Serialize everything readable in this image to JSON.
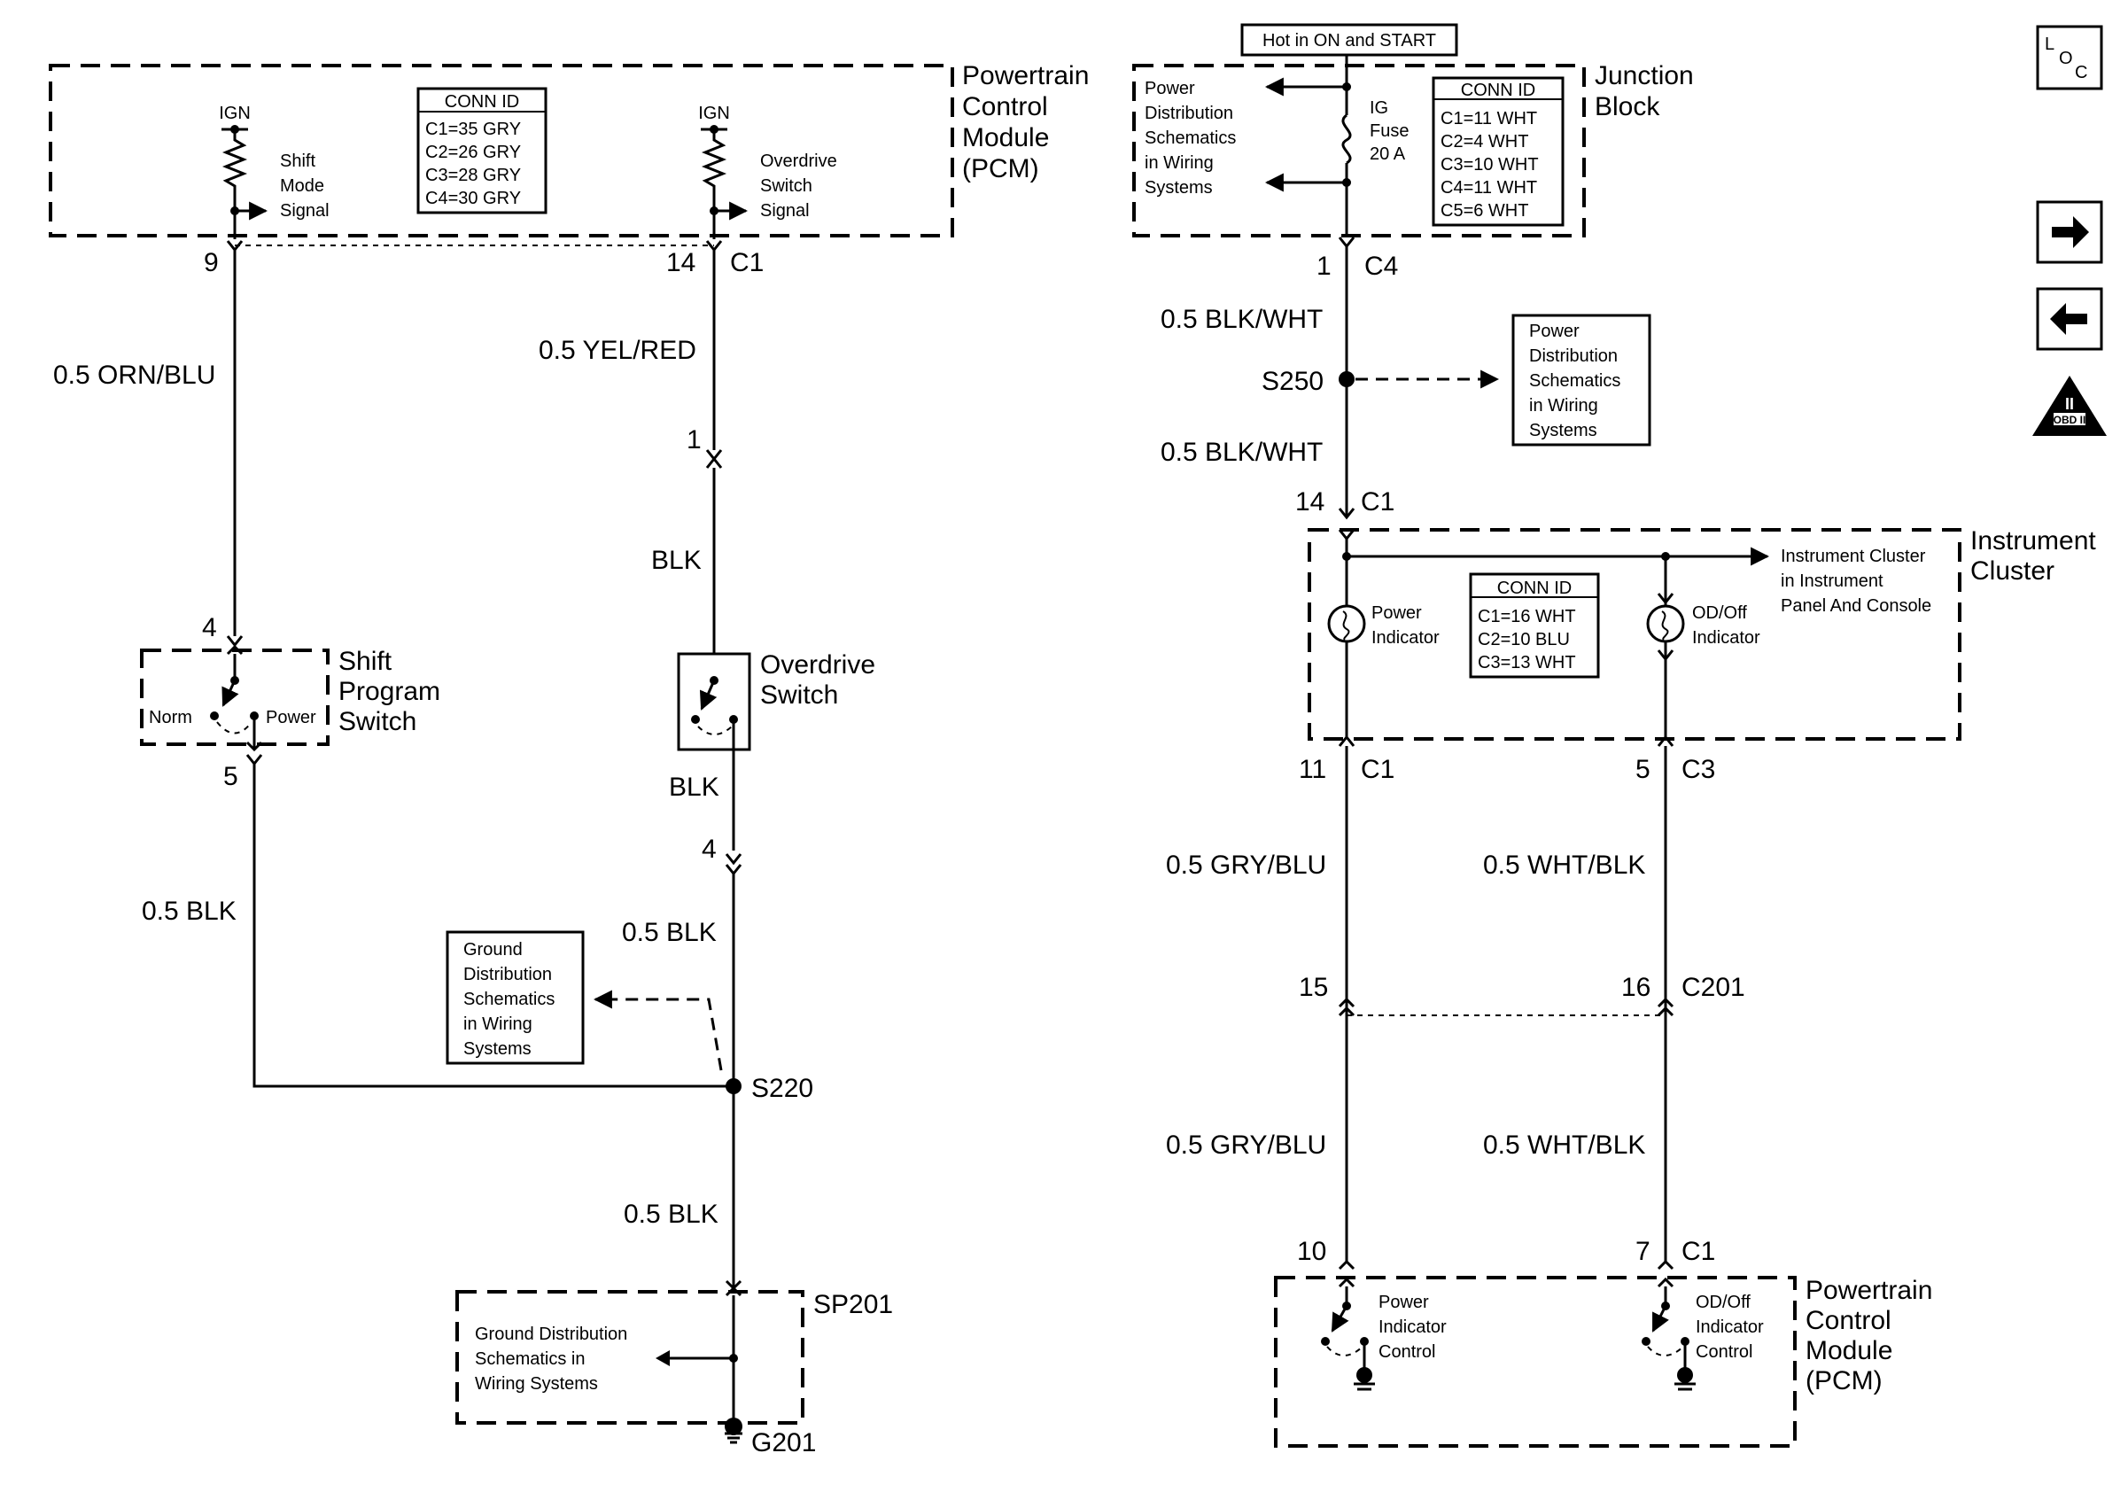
{
  "hot_label": "Hot in ON and START",
  "pcm_top": {
    "title": [
      "Powertrain",
      "Control",
      "Module",
      "(PCM)"
    ],
    "conn_id_title": "CONN ID",
    "conn_ids": [
      "C1=35 GRY",
      "C2=26 GRY",
      "C3=28 GRY",
      "C4=30 GRY"
    ],
    "ign_left": "IGN",
    "ign_right": "IGN",
    "shift_signal": [
      "Shift",
      "Mode",
      "Signal"
    ],
    "od_signal": [
      "Overdrive",
      "Switch",
      "Signal"
    ],
    "pin_left": "9",
    "pin_right": "14",
    "conn_right": "C1"
  },
  "left_circuit": {
    "wire_shift": "0.5 ORN/BLU",
    "wire_od_top": "0.5 YEL/RED",
    "pin_od_1": "1",
    "wire_blk_1": "BLK",
    "pin_shift_top": "4",
    "shift_switch_title": [
      "Shift",
      "Program",
      "Switch"
    ],
    "norm": "Norm",
    "power": "Power",
    "pin_shift_bottom": "5",
    "od_switch_title": [
      "Overdrive",
      "Switch"
    ],
    "wire_blk_2": "BLK",
    "pin_od_4": "4",
    "wire_shift_ground": "0.5 BLK",
    "wire_od_ground": "0.5 BLK",
    "ground_dist_box": [
      "Ground",
      "Distribution",
      "Schematics",
      "in Wiring",
      "Systems"
    ],
    "splice_s220": "S220",
    "wire_s220_down": "0.5 BLK",
    "sp201": "SP201",
    "ground_dist_sp": [
      "Ground Distribution",
      "Schematics in",
      "Wiring Systems"
    ],
    "g201": "G201"
  },
  "junction_block": {
    "title": [
      "Junction",
      "Block"
    ],
    "power_dist": [
      "Power",
      "Distribution",
      "Schematics",
      "in Wiring",
      "Systems"
    ],
    "fuse": [
      "IG",
      "Fuse",
      "20 A"
    ],
    "conn_id_title": "CONN ID",
    "conn_ids": [
      "C1=11 WHT",
      "C2=4 WHT",
      "C3=10 WHT",
      "C4=11 WHT",
      "C5=6 WHT"
    ],
    "pin": "1",
    "conn": "C4"
  },
  "right_circuit": {
    "wire_top": "0.5 BLK/WHT",
    "splice_s250": "S250",
    "power_dist_box": [
      "Power",
      "Distribution",
      "Schematics",
      "in Wiring",
      "Systems"
    ],
    "wire_mid": "0.5 BLK/WHT",
    "pin_c1": "14",
    "conn_c1": "C1"
  },
  "instrument_cluster": {
    "title": [
      "Instrument",
      "Cluster"
    ],
    "ref": [
      "Instrument Cluster",
      "in Instrument",
      "Panel And Console"
    ],
    "power_ind": [
      "Power",
      "Indicator"
    ],
    "od_ind": [
      "OD/Off",
      "Indicator"
    ],
    "conn_id_title": "CONN ID",
    "conn_ids": [
      "C1=16 WHT",
      "C2=10 BLU",
      "C3=13 WHT"
    ],
    "pin_left": "11",
    "conn_left": "C1",
    "pin_right": "5",
    "conn_right": "C3"
  },
  "lower_right": {
    "wire_gry_1": "0.5 GRY/BLU",
    "wire_wht_1": "0.5 WHT/BLK",
    "pin_15": "15",
    "pin_16": "16",
    "c201": "C201",
    "wire_gry_2": "0.5 GRY/BLU",
    "wire_wht_2": "0.5 WHT/BLK",
    "pin_10": "10",
    "pin_7": "7",
    "conn_c1": "C1"
  },
  "pcm_bottom": {
    "title": [
      "Powertrain",
      "Control",
      "Module",
      "(PCM)"
    ],
    "power_ctrl": [
      "Power",
      "Indicator",
      "Control"
    ],
    "od_ctrl": [
      "OD/Off",
      "Indicator",
      "Control"
    ]
  },
  "nav": {
    "loc_l": "L",
    "loc_o": "O",
    "loc_c": "C",
    "obd_roman": "II",
    "obd_label": "OBD II"
  }
}
